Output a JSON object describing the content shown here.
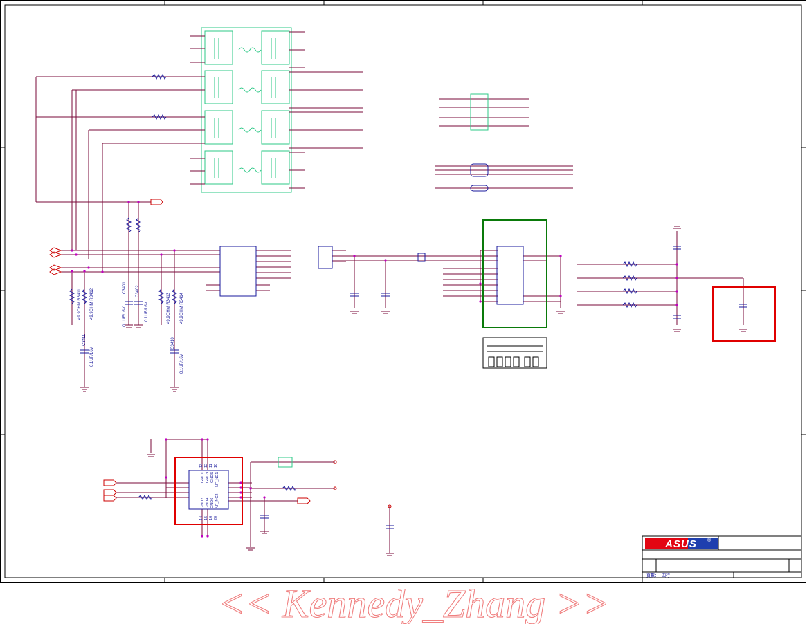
{
  "title_block": {
    "logo_text": "ASUS",
    "registered_mark": "®",
    "footer_label": "頁數：",
    "footer_value": "四行"
  },
  "watermark": "<< Kennedy_Zhang >>",
  "labels": {
    "r3411": "49.9OHM R3411",
    "c3411": "C3411",
    "c3411_val": "0.1UF/16V",
    "r3412": "49.9OHM R3412",
    "c3401": "C3401",
    "c3401_val": "0.1UF/16V",
    "c3402": "C3402",
    "c3402_val": "0.1UF/16V",
    "r3413": "49.9OHM R3413",
    "c3410": "C3410",
    "c3410_val": "0.1UF/16V",
    "r3414": "49.9OHM R3414"
  },
  "ic_bottom_pins": {
    "top_numbers": [
      "13",
      "12",
      "11",
      "10"
    ],
    "top_names": [
      "GND1",
      "GND3",
      "GND5",
      "NF_NC1"
    ],
    "bottom_numbers": [
      "14",
      "15",
      "16",
      "20"
    ],
    "bottom_names": [
      "GND2",
      "GND4",
      "GND6",
      "NF_NC2"
    ]
  },
  "colors": {
    "wire": "#7a0a3a",
    "component": "#1a1a9c",
    "transformer": "#2ec987",
    "junction": "#c000c0",
    "highlight_red": "#e00000",
    "highlight_green": "#0a7a0a",
    "logo_red": "#e30613",
    "logo_blue": "#1f3fae"
  }
}
